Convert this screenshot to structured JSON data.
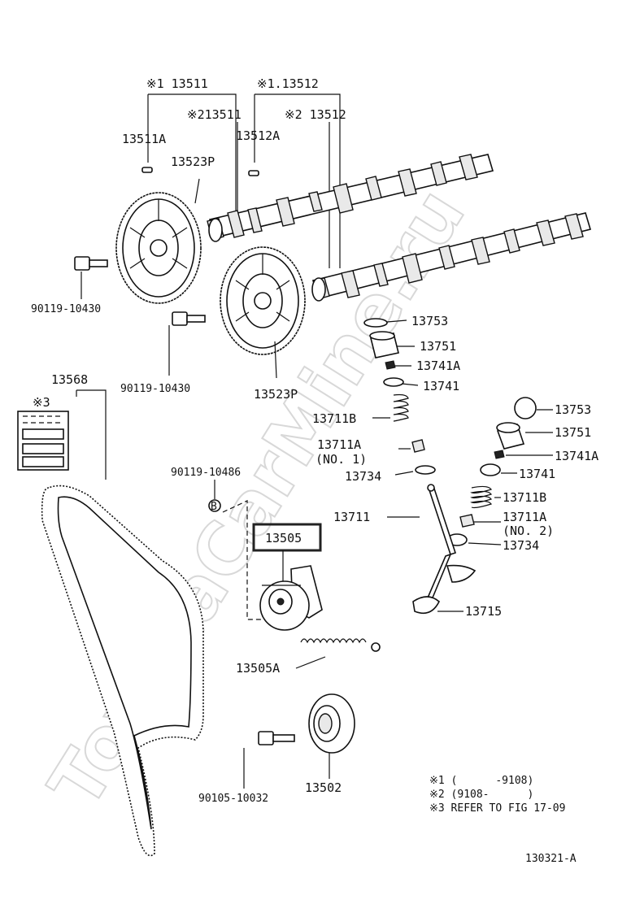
{
  "watermark": "ToyotaCarMine.ru",
  "figure_code": "130321-A",
  "highlighted_part": "13505",
  "callouts": {
    "c1": "※1 13511",
    "c2": "※1.13512",
    "c3": "※213511",
    "c4": "※2 13512",
    "c5": "13511A",
    "c6": "13512A",
    "c7": "13523P",
    "c8": "90119-10430",
    "c9": "90119-10430",
    "c10": "13523P",
    "c11": "13753",
    "c12": "13751",
    "c13": "13741A",
    "c14": "13741",
    "c15": "13711B",
    "c16": "13711A",
    "c17": "(NO. 1)",
    "c18": "13734",
    "c19": "13711",
    "c20": "13753",
    "c21": "13751",
    "c22": "13741A",
    "c23": "13741",
    "c24": "13711B",
    "c25": "13711A",
    "c26": "(NO. 2)",
    "c27": "13734",
    "c28": "13715",
    "c29": "13568",
    "c30": "※3",
    "c31": "90119-10486",
    "c32": "B",
    "c33": "13505A",
    "c34": "13502",
    "c35": "90105-10032"
  },
  "notes": [
    "※1 (      -9108)",
    "※2 (9108-      )",
    "※3 REFER TO FIG 17-09"
  ],
  "icons": [
    "camshaft-icon",
    "timing-pulley-icon",
    "bolt-icon",
    "timing-belt-icon",
    "tensioner-icon",
    "idler-pulley-icon",
    "valve-spring-icon",
    "valve-icon"
  ]
}
